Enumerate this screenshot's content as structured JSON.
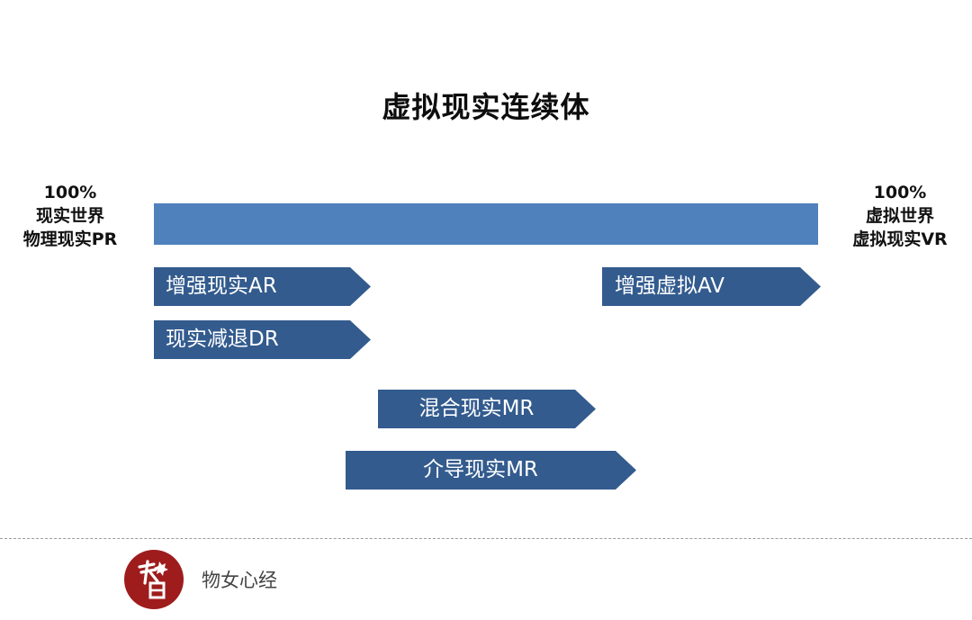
{
  "title": "虚拟现实连续体",
  "left_endpoint": {
    "percent": "100%",
    "line1": "现实世界",
    "line2": "物理现实PR"
  },
  "right_endpoint": {
    "percent": "100%",
    "line1": "虚拟世界",
    "line2": "虚拟现实VR"
  },
  "arrows": {
    "ar": "增强现实AR",
    "av": "增强虚拟AV",
    "dr": "现实减退DR",
    "mr": "混合现实MR",
    "mediated": "介导现实MR"
  },
  "footer": {
    "name": "物女心经",
    "logo_icon": "seal-logo-icon"
  },
  "colors": {
    "continuum_bar": "#4f81bd",
    "arrow": "#335b8e",
    "logo_red": "#9e1c1c"
  }
}
